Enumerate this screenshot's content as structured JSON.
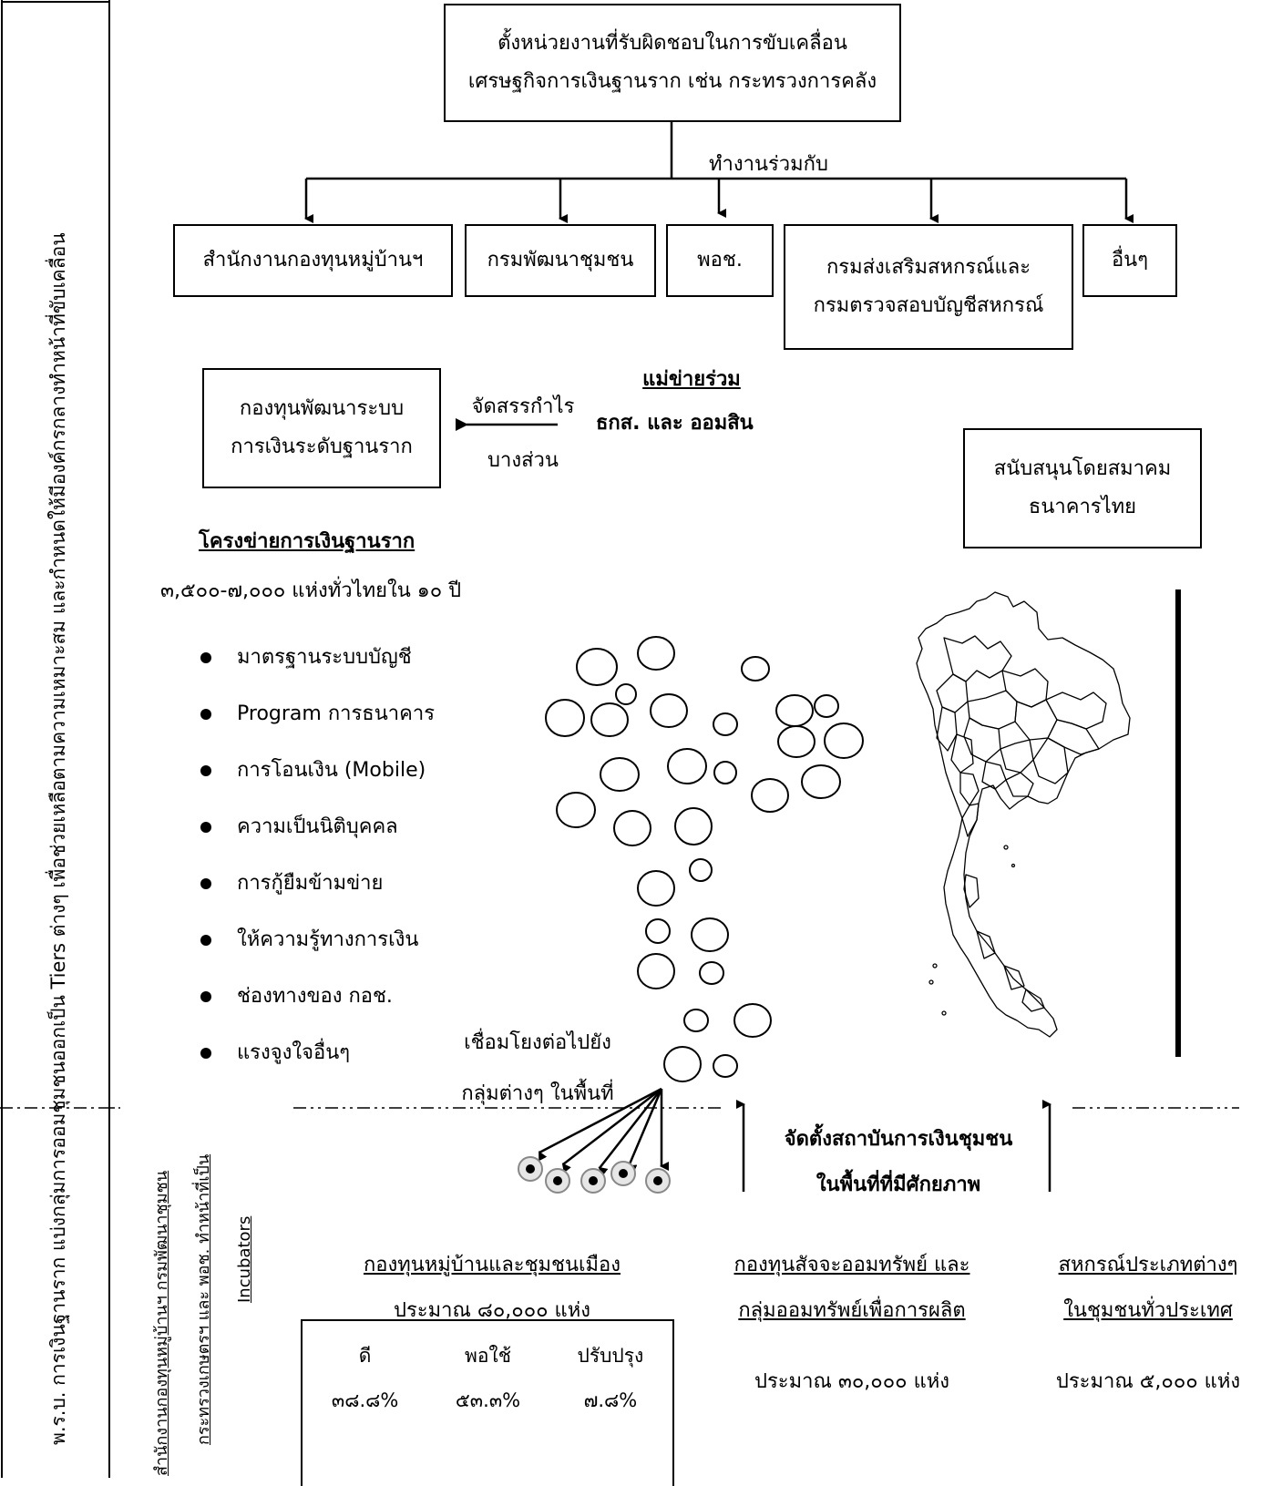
{
  "top_box": {
    "line1": "ตั้งหน่วยงานที่รับผิดชอบในการขับเคลื่อน",
    "line2": "เศรษฐกิจการเงินฐานราก เช่น กระทรวงการคลัง"
  },
  "works_with_label": "ทำงานร่วมกับ",
  "agencies": [
    {
      "label": "สำนักงานกองทุนหมู่บ้านฯ"
    },
    {
      "label": "กรมพัฒนาชุมชน"
    },
    {
      "label": "พอช."
    },
    {
      "line1": "กรมส่งเสริมสหกรณ์และ",
      "line2": "กรมตรวจสอบบัญชีสหกรณ์"
    },
    {
      "label": "อื่นๆ"
    }
  ],
  "joint_hub": {
    "title": "แม่ข่ายร่วม",
    "members": "ธกส. และ ออมสิน"
  },
  "profit_allocation": {
    "line1": "จัดสรรกำไร",
    "line2": "บางส่วน"
  },
  "fund_box": {
    "line1": "กองทุนพัฒนาระบบ",
    "line2": "การเงินระดับฐานราก"
  },
  "bank_assoc_box": {
    "line1": "สนับสนุนโดยสมาคม",
    "line2": "ธนาคารไทย"
  },
  "network": {
    "title": "โครงข่ายการเงินฐานราก",
    "subtitle": "๓,๕๐๐-๗,๐๐๐ แห่งทั่วไทยใน ๑๐ ปี",
    "items": [
      "มาตรฐานระบบบัญชี",
      "Program การธนาคาร",
      "การโอนเงิน (Mobile)",
      "ความเป็นนิติบุคคล",
      "การกู้ยืมข้ามข่าย",
      "ให้ความรู้ทางการเงิน",
      "ช่องทางของ กอช.",
      "แรงจูงใจอื่นๆ"
    ]
  },
  "link_label": {
    "line1": "เชื่อมโยงต่อไปยัง",
    "line2": "กลุ่มต่างๆ ในพื้นที่"
  },
  "establish": {
    "line1": "จัดตั้งสถาบันการเงินชุมชน",
    "line2": "ในพื้นที่ที่มีศักยภาพ"
  },
  "left_vertical": {
    "line1": "พ.ร.บ. การเงินฐานราก   แบ่งกลุ่มการออมชุมชนออกเป็น Tiers ต่างๆ เพื่อช่วยเหลือตามความเหมาะสม และกำหนดให้มีองค์กรกลางทำหน้าที่ขับเคลื่อน"
  },
  "incubator_vertical": {
    "line1": "สำนักงานกองทุนหมู่บ้านฯ กรมพัฒนาชุมชน",
    "line2": "กระทรวงเกษตรฯ และ พอช. ทำหน้าที่เป็น",
    "line3": "Incubators"
  },
  "groups": [
    {
      "line1": "กองทุนหมู่บ้านและชุมชนเมือง",
      "line2": "ประมาณ ๘๐,๐๐๐ แห่ง"
    },
    {
      "line1": "กองทุนสัจจะออมทรัพย์ และ",
      "line2": "กลุ่มออมทรัพย์เพื่อการผลิต",
      "count": "ประมาณ ๓๐,๐๐๐ แห่ง"
    },
    {
      "line1": "สหกรณ์ประเภทต่างๆ",
      "line2": "ในชุมชนทั่วประเทศ",
      "count": "ประมาณ ๕,๐๐๐ แห่ง"
    }
  ],
  "ratings": {
    "headers": [
      "ดี",
      "พอใช้",
      "ปรับปรุง"
    ],
    "values": [
      "๓๘.๘%",
      "๕๓.๓%",
      "๗.๘%"
    ]
  },
  "icons": {
    "map": "thailand-map-icon"
  }
}
